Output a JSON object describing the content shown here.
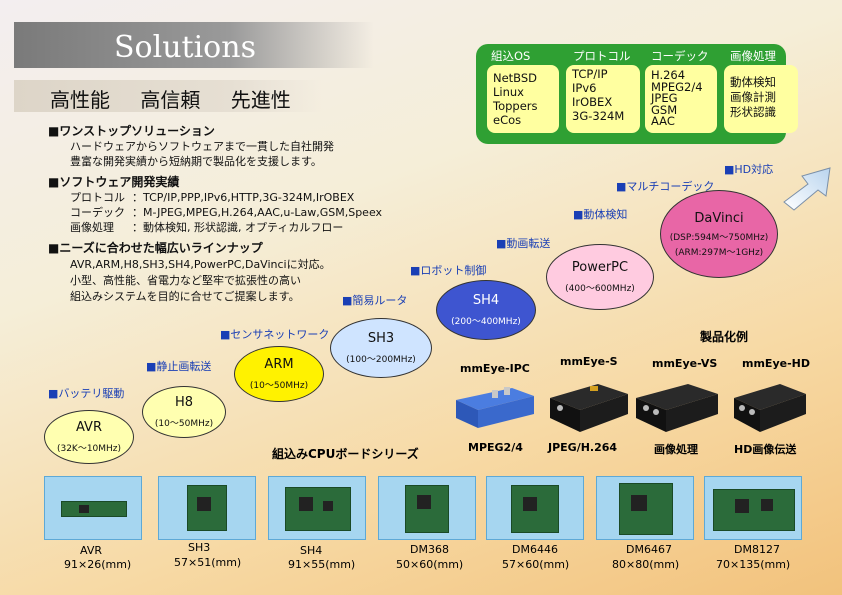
{
  "title": "Solutions",
  "subtitle": "高性能 高信頼 先進性",
  "panel": {
    "columns": [
      {
        "header": "組込OS",
        "items": [
          "NetBSD",
          "Linux",
          "Toppers",
          "eCos"
        ]
      },
      {
        "header": "プロトコル",
        "items": [
          "TCP/IP",
          "IPv6",
          "IrOBEX",
          "3G-324M"
        ]
      },
      {
        "header": "コーデック",
        "items": [
          "H.264",
          "MPEG2/4",
          "JPEG",
          "GSM",
          "AAC"
        ]
      },
      {
        "header": "画像処理",
        "items": [
          "動体検知",
          "画像計測",
          "形状認識"
        ]
      }
    ]
  },
  "sections": {
    "one_stop": {
      "heading": "■ワンストップソリューション",
      "lines": [
        "ハードウェアからソフトウェアまで一貫した自社開発",
        "豊富な開発実績から短納期で製品化を支援します。"
      ]
    },
    "software": {
      "heading": "■ソフトウェア開発実績",
      "rows": [
        {
          "label": "プロトコル",
          "value": "：TCP/IP,PPP,IPv6,HTTP,3G-324M,IrOBEX"
        },
        {
          "label": "コーデック",
          "value": "：M-JPEG,MPEG,H.264,AAC,u-Law,GSM,Speex"
        },
        {
          "label": "画像処理",
          "value": "：動体検知, 形状認識, オプティカルフロー"
        }
      ]
    },
    "lineup": {
      "heading": "■ニーズに合わせた幅広いラインナップ",
      "lines": [
        "AVR,ARM,H8,SH3,SH4,PowerPC,DaVinciに対応。",
        "小型、高性能、省電力など堅牢で拡張性の高い",
        "組込みシステムを目的に合せてご提案します。"
      ]
    }
  },
  "features": [
    "■バッテリ駆動",
    "■静止画転送",
    "■センサネットワーク",
    "■簡易ルータ",
    "■ロボット制御",
    "■動画転送",
    "■動体検知",
    "■マルチコーデック",
    "■HD対応"
  ],
  "cpus": [
    {
      "name": "AVR",
      "freq": "(32K～10MHz)",
      "color": "#ffffb0"
    },
    {
      "name": "H8",
      "freq": "(10～50MHz)",
      "color": "#ffffb0"
    },
    {
      "name": "ARM",
      "freq": "(10～50MHz)",
      "color": "#fff200"
    },
    {
      "name": "SH3",
      "freq": "(100～200MHz)",
      "color": "#cfe4ff"
    },
    {
      "name": "SH4",
      "freq": "(200～400MHz)",
      "color": "#3e55d0"
    },
    {
      "name": "PowerPC",
      "freq": "(400～600MHz)",
      "color": "#ffcbe0"
    },
    {
      "name": "DaVinci",
      "freq": "(DSP:594M～750MHz)",
      "freq2": "(ARM:297M～1GHz)",
      "color": "#e866a6"
    }
  ],
  "products": {
    "heading": "製品化例",
    "items": [
      {
        "name": "mmEye-IPC",
        "caption": "MPEG2/4"
      },
      {
        "name": "mmEye-S",
        "caption": "JPEG/H.264"
      },
      {
        "name": "mmEye-VS",
        "caption": "画像処理"
      },
      {
        "name": "mmEye-HD",
        "caption": "HD画像伝送"
      }
    ]
  },
  "boards": {
    "heading": "組込みCPUボードシリーズ",
    "items": [
      {
        "name": "AVR",
        "dim": "91×26(mm)"
      },
      {
        "name": "SH3",
        "dim": "57×51(mm)"
      },
      {
        "name": "SH4",
        "dim": "91×55(mm)"
      },
      {
        "name": "DM368",
        "dim": "50×60(mm)"
      },
      {
        "name": "DM6446",
        "dim": "57×60(mm)"
      },
      {
        "name": "DM6467",
        "dim": "80×80(mm)"
      },
      {
        "name": "DM8127",
        "dim": "70×135(mm)"
      }
    ]
  }
}
